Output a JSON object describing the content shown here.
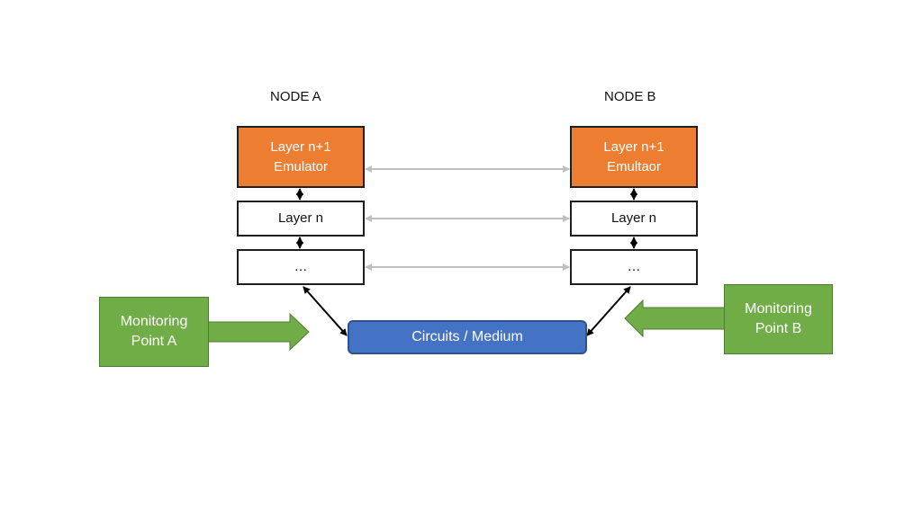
{
  "node_a": {
    "title": "NODE A",
    "layers": [
      {
        "lines": [
          "Layer n+1",
          "Emulator"
        ],
        "style": "orange"
      },
      {
        "lines": [
          "Layer n"
        ],
        "style": "white"
      },
      {
        "lines": [
          "…"
        ],
        "style": "white"
      }
    ]
  },
  "node_b": {
    "title": "NODE B",
    "layers": [
      {
        "lines": [
          "Layer n+1",
          "Emultaor"
        ],
        "style": "orange"
      },
      {
        "lines": [
          "Layer n"
        ],
        "style": "white"
      },
      {
        "lines": [
          "…"
        ],
        "style": "white"
      }
    ]
  },
  "medium": {
    "label": "Circuits / Medium"
  },
  "monitor_a": {
    "lines": [
      "Monitoring",
      "Point A"
    ]
  },
  "monitor_b": {
    "lines": [
      "Monitoring",
      "Point B"
    ]
  },
  "colors": {
    "emulator_fill": "#ed7d31",
    "medium_fill": "#4472c4",
    "monitor_fill": "#70ad47",
    "peer_arrow": "#bfbfbf",
    "link_arrow": "#000000"
  }
}
